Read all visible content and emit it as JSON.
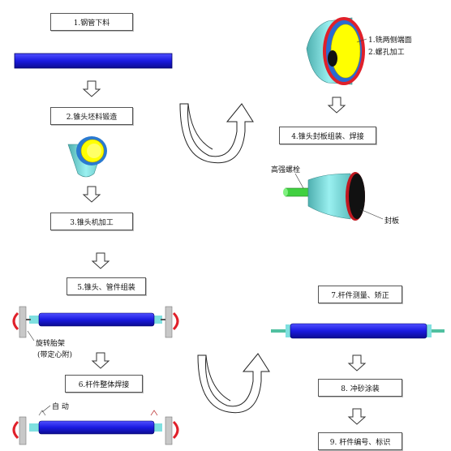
{
  "steps": {
    "s1": "1.钢管下料",
    "s2": "2.锥头坯料锻造",
    "s3": "3.锥头机加工",
    "s4": "4.锥头封板组装、焊接",
    "s5": "5.锥头、管件组装",
    "s6": "6.杆件整体焊接",
    "s7": "7.杆件测量、矫正",
    "s8": "8. 冲砂涂装",
    "s9": "9. 杆件编号、标识"
  },
  "annotations": {
    "mill_faces": "1.铣两侧端面",
    "bolt_hole": "2.螺孔加工",
    "bolt": "高强螺栓",
    "seal_plate": "封板",
    "rotary_jig": "旋转胎架",
    "jig_note": "(带定心附)",
    "auto": "自  动"
  },
  "colors": {
    "pipe_blue": "#1a1ae0",
    "cone_cyan": "#7fe0e0",
    "cone_inner": "#ffff00",
    "ring_red": "#e0202a",
    "bolt_green": "#30c030"
  }
}
